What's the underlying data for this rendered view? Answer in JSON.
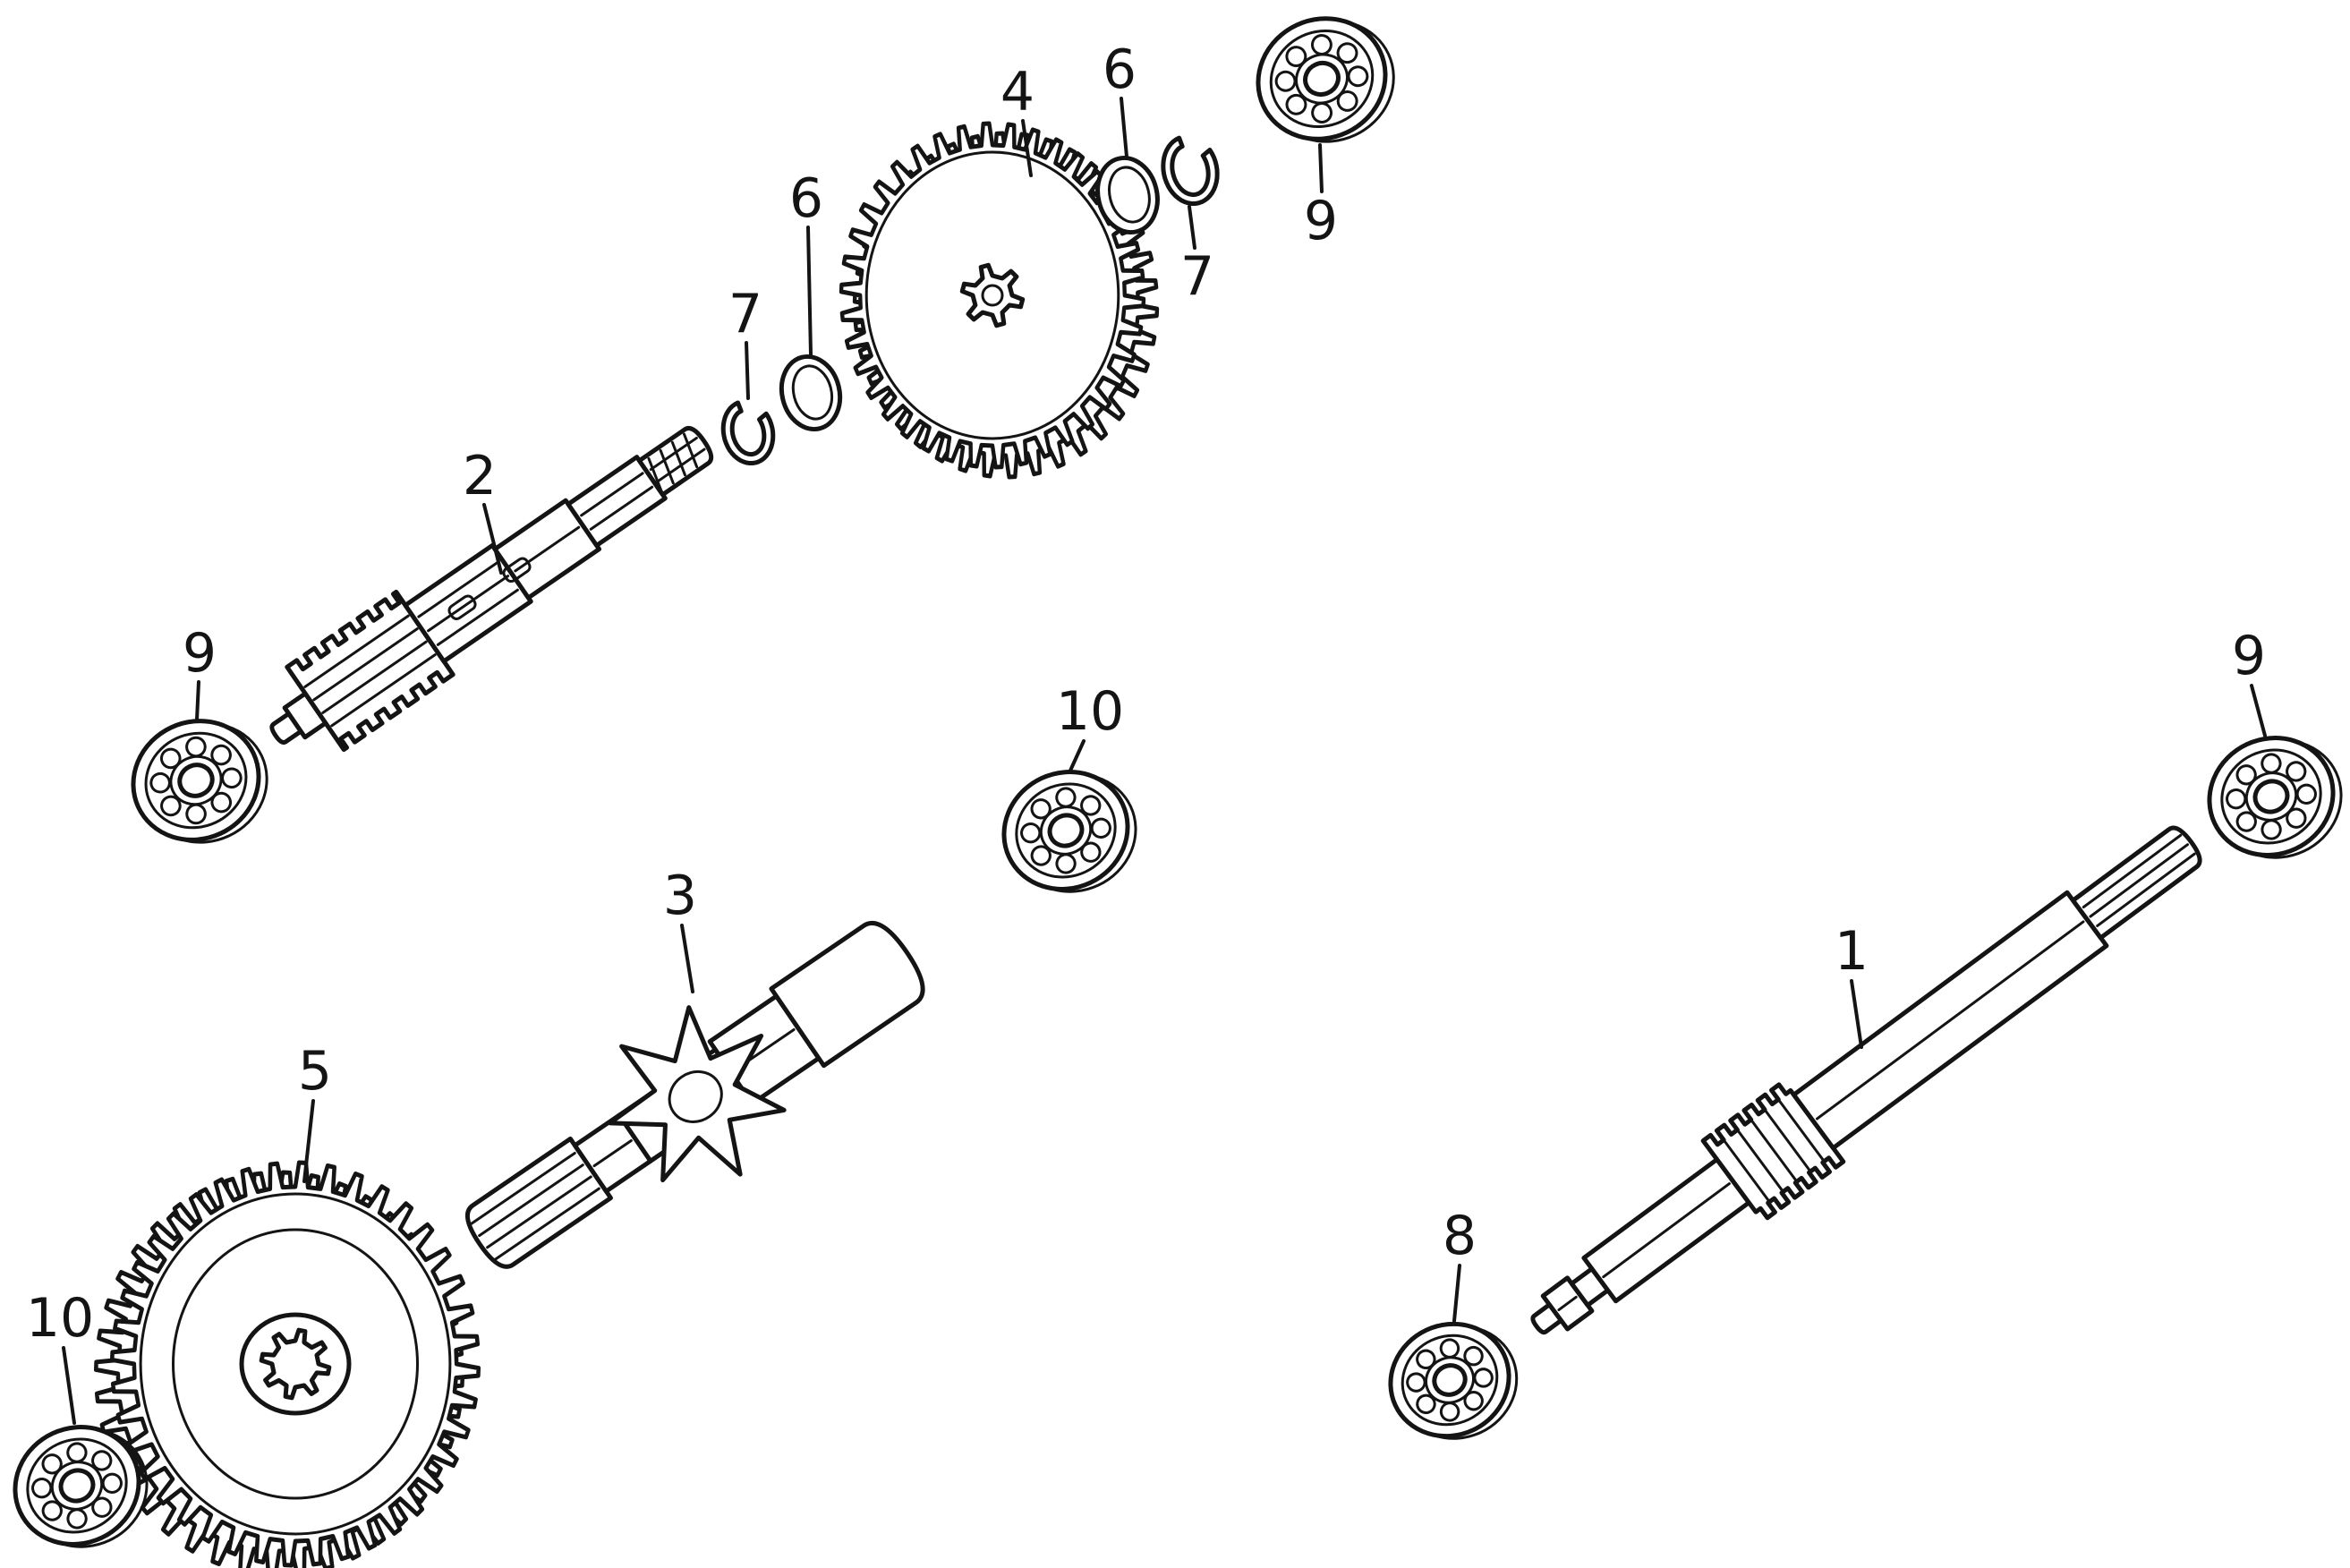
{
  "diagram": {
    "type": "exploded-parts-diagram",
    "background_color": "#ffffff",
    "ink_color": "#141414",
    "callouts": [
      {
        "ref": "4",
        "label": "4",
        "shape": "spur-gear"
      },
      {
        "ref": "6",
        "label": "6",
        "shape": "washer-ring"
      },
      {
        "ref": "9",
        "label": "9",
        "shape": "ball-bearing"
      },
      {
        "ref": "7",
        "label": "7",
        "shape": "snap-ring"
      },
      {
        "ref": "6",
        "label": "6",
        "shape": "washer-ring"
      },
      {
        "ref": "7",
        "label": "7",
        "shape": "snap-ring"
      },
      {
        "ref": "2",
        "label": "2",
        "shape": "splined-shaft"
      },
      {
        "ref": "9",
        "label": "9",
        "shape": "ball-bearing"
      },
      {
        "ref": "10",
        "label": "10",
        "shape": "ball-bearing"
      },
      {
        "ref": "3",
        "label": "3",
        "shape": "shaft-with-star-gear"
      },
      {
        "ref": "5",
        "label": "5",
        "shape": "spur-gear"
      },
      {
        "ref": "10",
        "label": "10",
        "shape": "ball-bearing"
      },
      {
        "ref": "1",
        "label": "1",
        "shape": "splined-shaft"
      },
      {
        "ref": "9",
        "label": "9",
        "shape": "ball-bearing"
      },
      {
        "ref": "8",
        "label": "8",
        "shape": "ball-bearing"
      }
    ]
  }
}
